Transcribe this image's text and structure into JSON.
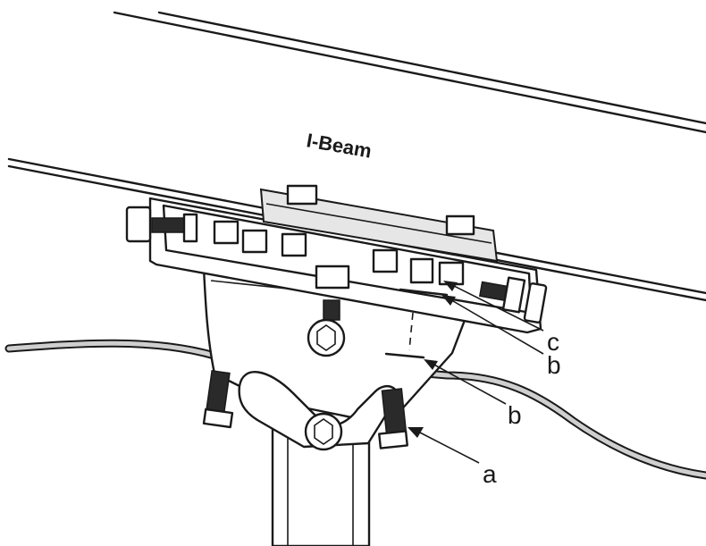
{
  "diagram": {
    "title": "I-Beam",
    "callouts": [
      {
        "id": "c",
        "text": "c"
      },
      {
        "id": "b1",
        "text": "b"
      },
      {
        "id": "b2",
        "text": "b"
      },
      {
        "id": "a",
        "text": "a"
      }
    ]
  },
  "colors": {
    "line": "#1a1a1a",
    "cable_fill": "#cfcfcf",
    "background": "#ffffff"
  }
}
